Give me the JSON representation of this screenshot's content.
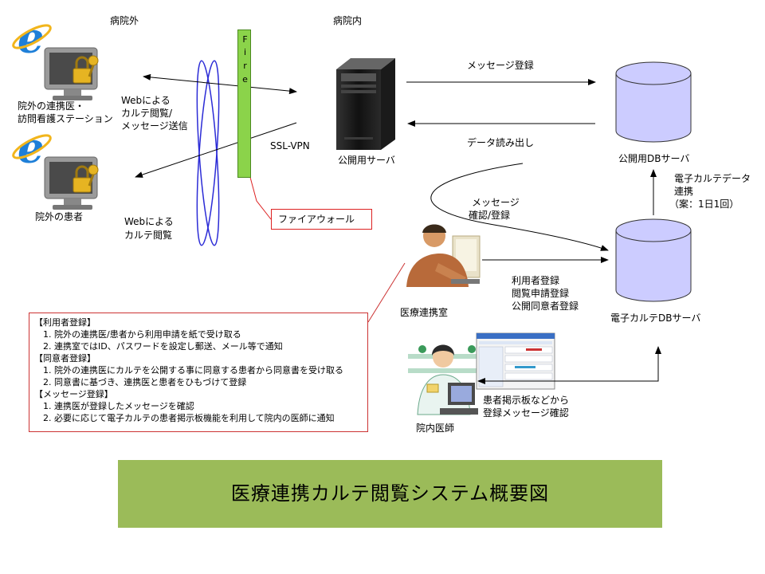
{
  "zones": {
    "outside": "病院外",
    "inside": "病院内"
  },
  "external": {
    "partner_label_1": "院外の連携医・",
    "partner_label_2": "訪問看護ステーション",
    "patient_label": "院外の患者"
  },
  "flows": {
    "web_partner_1": "Webによる",
    "web_partner_2": "カルテ閲覧/",
    "web_partner_3": "メッセージ送信",
    "web_patient_1": "Webによる",
    "web_patient_2": "カルテ閲覧",
    "ssl_vpn": "SSL-VPN",
    "message_register": "メッセージ登録",
    "data_read": "データ読み出し",
    "msg_confirm_1": "メッセージ",
    "msg_confirm_2": "確認/登録",
    "reg_1": "利用者登録",
    "reg_2": "閲覧申請登録",
    "reg_3": "公開同意者登録",
    "sync_1": "電子カルテデータ",
    "sync_2": "連携",
    "sync_3": "（案：1日1回）",
    "board_1": "患者掲示板などから",
    "board_2": "登録メッセージ確認"
  },
  "firewall": {
    "letters": [
      "F",
      "i",
      "r",
      "e"
    ],
    "callout": "ファイアウォール"
  },
  "nodes": {
    "public_server": "公開用サーバ",
    "public_db": "公開用DBサーバ",
    "ehr_db": "電子カルテDBサーバ",
    "liaison_office": "医療連携室",
    "hospital_doctor": "院内医師"
  },
  "notes": [
    "【利用者登録】",
    "　1. 院外の連携医/患者から利用申請を紙で受け取る",
    "　2. 連携室ではID、パスワードを設定し郵送、メール等で通知",
    "【同意者登録】",
    "　1. 院外の連携医にカルテを公開する事に同意する患者から同意書を受け取る",
    "　2. 同意書に基づき、連携医と患者をひもづけて登録",
    "【メッセージ登録】",
    "　1. 連携医が登録したメッセージを確認",
    "　2. 必要に応じて電子カルテの患者掲示板機能を利用して院内の医師に通知"
  ],
  "title": "医療連携カルテ閲覧システム概要図",
  "colors": {
    "firewall": "#8bd34a",
    "database": "#ccccff",
    "title_bg": "#9bbb59",
    "ellipse": "#2b2bd6",
    "note_border": "#cc3333",
    "ie_blue": "#1e7fd8"
  }
}
